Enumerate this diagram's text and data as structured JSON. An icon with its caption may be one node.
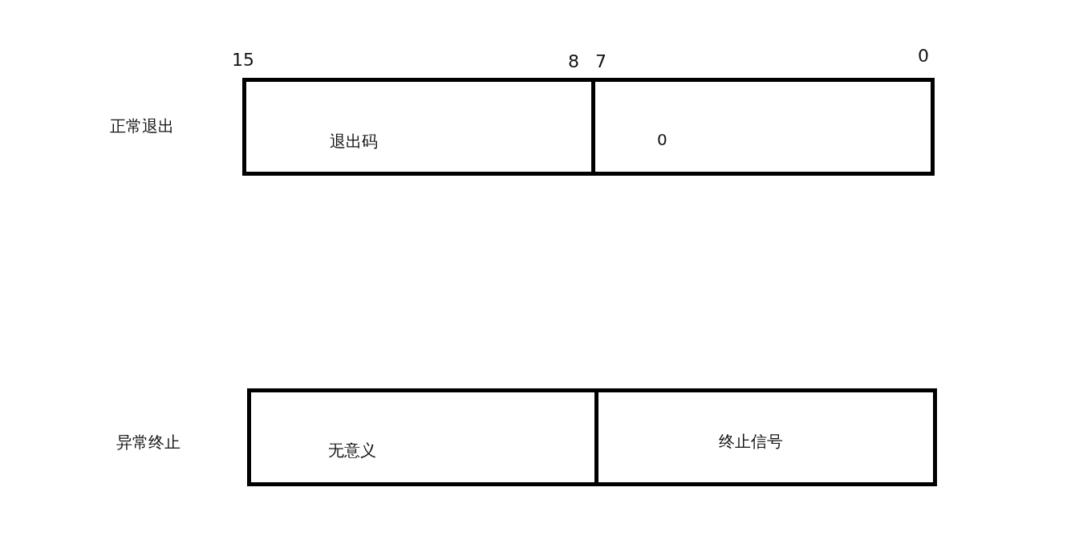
{
  "diagram": {
    "nodes": [
      {
        "text": [
          "退出码"
        ]
      },
      {
        "text": [
          "0"
        ]
      },
      {
        "text": [
          "无意义"
        ]
      },
      {
        "text": [
          "终止信号"
        ]
      }
    ],
    "labels": [
      "15",
      "8",
      "7",
      "0",
      "正常退出",
      "异常终止"
    ]
  }
}
